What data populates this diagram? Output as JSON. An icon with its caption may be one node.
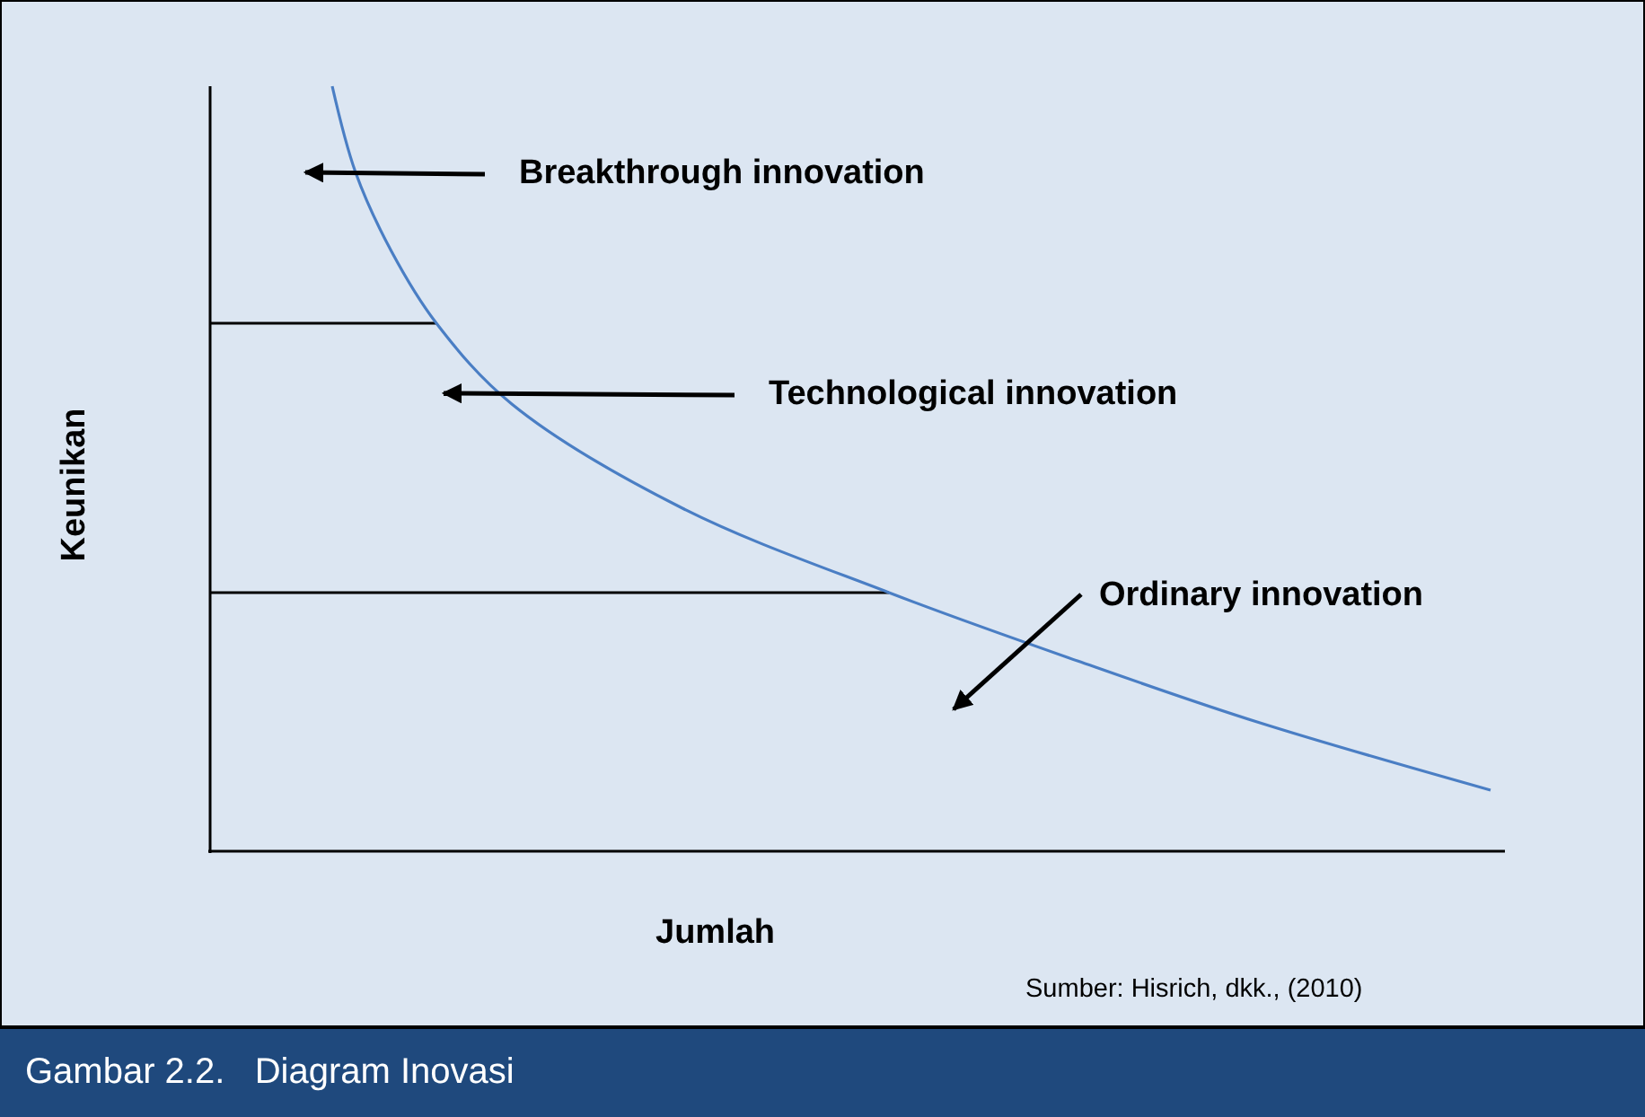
{
  "diagram": {
    "caption": "Gambar 2.2.   Diagram Inovasi",
    "nodes": [
      {
        "text": [
          "Breakthrough innovation"
        ]
      },
      {
        "text": [
          "Technological innovation"
        ]
      },
      {
        "text": [
          "Ordinary innovation"
        ]
      }
    ],
    "edges": [
      {
        "from": 0,
        "to": null,
        "arrow": "to"
      },
      {
        "from": 1,
        "to": null,
        "arrow": "to"
      },
      {
        "from": 2,
        "to": null,
        "arrow": "to"
      }
    ],
    "labels": [
      "Keunikan",
      "Jumlah",
      "Sumber: Hisrich, dkk., (2010)"
    ]
  }
}
